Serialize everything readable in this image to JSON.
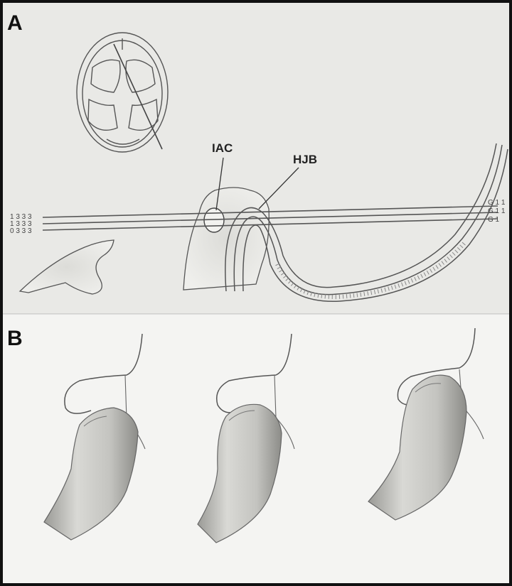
{
  "panels": {
    "a": {
      "letter": "A",
      "callouts": {
        "iac": "IAC",
        "hjb": "HJB"
      },
      "plane_labels_left": [
        "1 3 3 3",
        "1 3 3 3",
        "0 3 3 3"
      ],
      "plane_labels_right": [
        "G 1 1",
        "G 1 1",
        "G 1"
      ]
    },
    "b": {
      "letter": "B",
      "stage_count": 3
    }
  },
  "colors": {
    "border": "#111111",
    "panel_a_bg": "#e9e9e6",
    "panel_b_bg": "#f4f4f2",
    "line": "#555555",
    "vessel_fill": "#c8c8c4",
    "vessel_shade": "#8f8f8b"
  }
}
